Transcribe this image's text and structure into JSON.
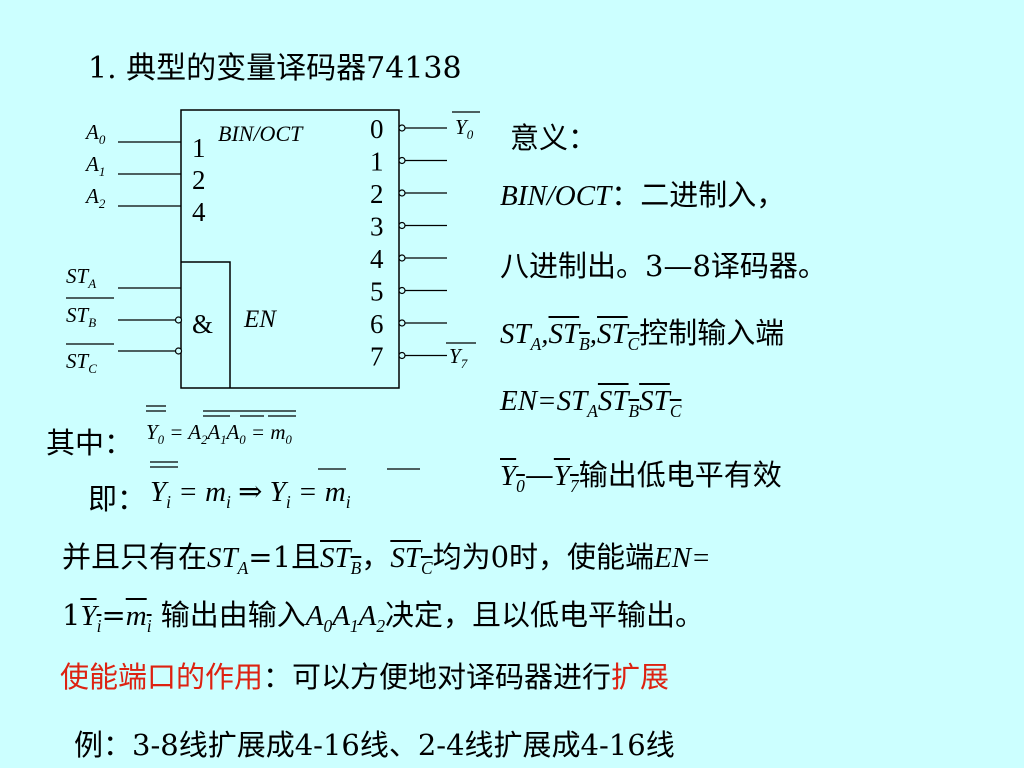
{
  "title": "1. 典型的变量译码器74138",
  "chip": {
    "name": "BIN/OCT",
    "enable_label": "EN",
    "and_symbol": "&",
    "input_weights": [
      "1",
      "2",
      "4"
    ],
    "outputs": [
      "0",
      "1",
      "2",
      "3",
      "4",
      "5",
      "6",
      "7"
    ],
    "addr_inputs": [
      {
        "base": "A",
        "sub": "0"
      },
      {
        "base": "A",
        "sub": "1"
      },
      {
        "base": "A",
        "sub": "2"
      }
    ],
    "enable_inputs": [
      {
        "base": "ST",
        "sub": "A",
        "negated": false
      },
      {
        "base": "ST",
        "sub": "B",
        "negated": true
      },
      {
        "base": "ST",
        "sub": "C",
        "negated": true
      }
    ],
    "output_labels": [
      {
        "base": "Y",
        "sub": "0"
      },
      {
        "base": "Y",
        "sub": "7"
      }
    ]
  },
  "meaning": {
    "heading": "意义：",
    "bin_oct": "BIN/OCT",
    "colon": "：",
    "binary_in": "二进制入，",
    "octal_out": "八进制出。3—8译码器。",
    "control_suffix": "控制输入端",
    "en_lhs": "EN=",
    "output_active": "输出低电平有效",
    "dash": "—"
  },
  "formulas": {
    "qizhong": "其中：",
    "ji": "即：",
    "eq": "=",
    "arrow": "⇒"
  },
  "condition": {
    "p1": "并且只有在",
    "eq1": "=1且",
    "comma": "，",
    "p2": "均为0时，使能端",
    "en_eq": "EN=",
    "one": "1",
    "y": "Y",
    "i": "i",
    "m": "m",
    "eqsign": "=",
    "p3": "输出由输入",
    "p4": "决定，且以低电平输出。"
  },
  "enable_port": {
    "red1": "使能端口的作用",
    "mid": "：可以方便地对译码器进行",
    "red2": "扩展"
  },
  "example": "例：3-8线扩展成4-16线、2-4线扩展成4-16线",
  "colors": {
    "background": "#ccffff",
    "accent_red": "#dd2211",
    "ink": "#000000"
  }
}
